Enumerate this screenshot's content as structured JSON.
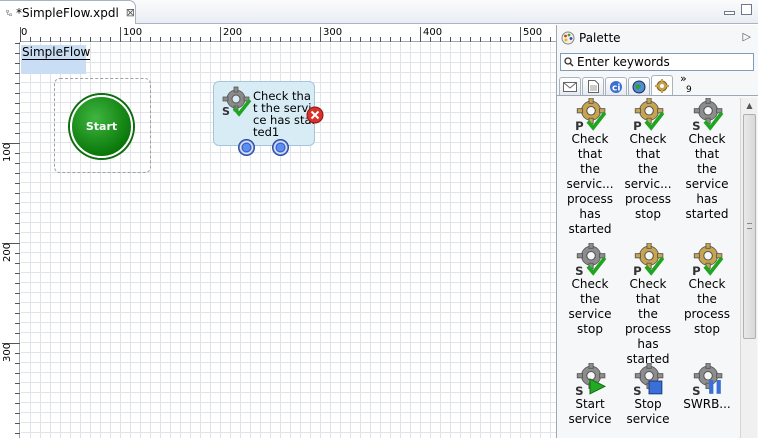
{
  "editor": {
    "tab_title": "*SimpleFlow.xpdl",
    "tab_close": "⊠"
  },
  "ruler": {
    "h_labels": [
      "0",
      "100",
      "200",
      "300",
      "400",
      "500"
    ],
    "v_labels": [
      "100",
      "200",
      "300"
    ]
  },
  "diagram": {
    "flow_name": "SimpleFlow",
    "start_label": "Start",
    "task_label": "Check tha\nt the servi\nce has star\nted1"
  },
  "palette": {
    "title": "Palette",
    "collapse": "▷",
    "search_placeholder": "Enter keywords",
    "more_tabs": "»",
    "more_count": "9",
    "items": [
      {
        "label": "Check\nthat\nthe\nservic...\nprocess\nhas\nstarted",
        "icon": "process-check-icon"
      },
      {
        "label": "Check\nthat\nthe\nservic...\nprocess\nstop",
        "icon": "process-check-icon"
      },
      {
        "label": "Check\nthat\nthe\nservice\nhas\nstarted",
        "icon": "service-check-icon"
      },
      {
        "label": "Check\nthe\nservice\nstop",
        "icon": "service-check-icon"
      },
      {
        "label": "Check\nthat\nthe\nprocess\nhas\nstarted",
        "icon": "process-check-icon"
      },
      {
        "label": "Check\nthe\nprocess\nstop",
        "icon": "process-check-icon"
      },
      {
        "label": "Start\nservice",
        "icon": "service-start-icon"
      },
      {
        "label": "Stop\nservice",
        "icon": "service-stop-icon"
      },
      {
        "label": "SWRB...",
        "icon": "service-pause-icon"
      }
    ]
  }
}
